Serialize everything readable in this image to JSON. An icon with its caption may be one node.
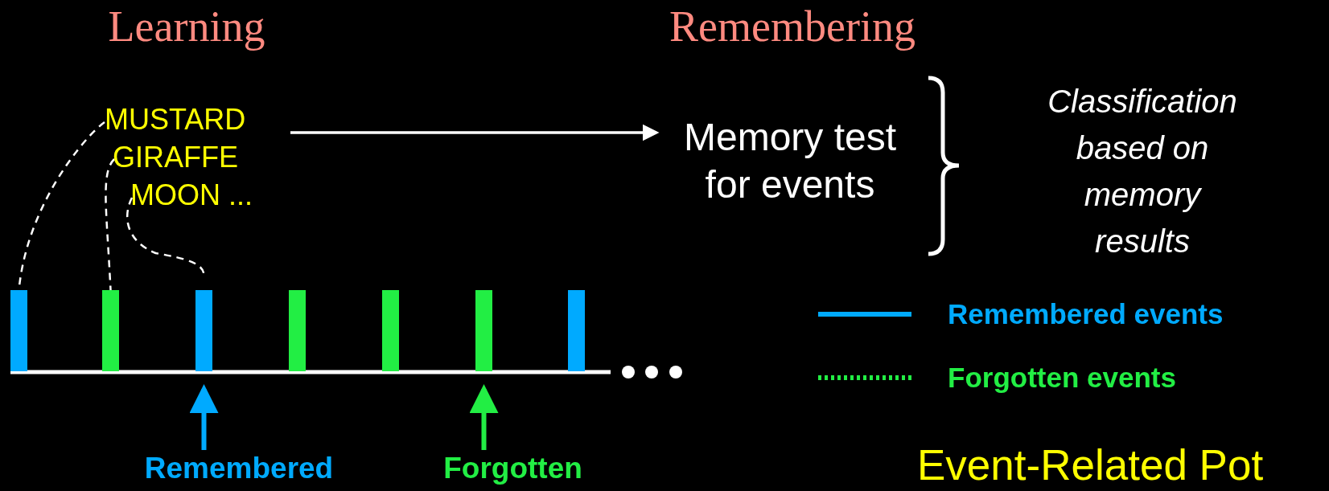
{
  "diagram": {
    "nodes": [
      {
        "text": [
          "MUSTARD"
        ]
      },
      {
        "text": [
          "GIRAFFE"
        ]
      },
      {
        "text": [
          "MOON ..."
        ]
      },
      {
        "text": [
          "Memory test for events"
        ]
      },
      {
        "text": [],
        "shape": "bar"
      },
      {
        "text": [],
        "shape": "bar"
      },
      {
        "text": [],
        "shape": "bar"
      },
      {
        "text": [],
        "shape": "bar"
      },
      {
        "text": [],
        "shape": "bar"
      },
      {
        "text": [],
        "shape": "bar"
      },
      {
        "text": [],
        "shape": "bar"
      },
      {
        "text": [
          "Remembered"
        ]
      },
      {
        "text": [
          "Forgotten"
        ]
      }
    ],
    "edges": [
      {
        "from": 0,
        "to": 3,
        "arrow": "to"
      },
      {
        "from": 0,
        "to": 4,
        "arrow": "none",
        "style": "dashed"
      },
      {
        "from": 1,
        "to": 5,
        "arrow": "none",
        "style": "dashed"
      },
      {
        "from": 2,
        "to": 6,
        "arrow": "none",
        "style": "dashed"
      },
      {
        "from": 11,
        "to": 6,
        "arrow": "to",
        "style": "thick",
        "color": "#00aaff"
      },
      {
        "from": 12,
        "to": 9,
        "arrow": "to",
        "style": "thick",
        "color": "#22ee44"
      }
    ],
    "labels": [
      "Learning",
      "Remembering",
      "Classification based on memory results",
      "Event-Related Pot"
    ],
    "legend": [
      {
        "text": "Remembered events"
      },
      {
        "text": "Forgotten events"
      }
    ]
  }
}
